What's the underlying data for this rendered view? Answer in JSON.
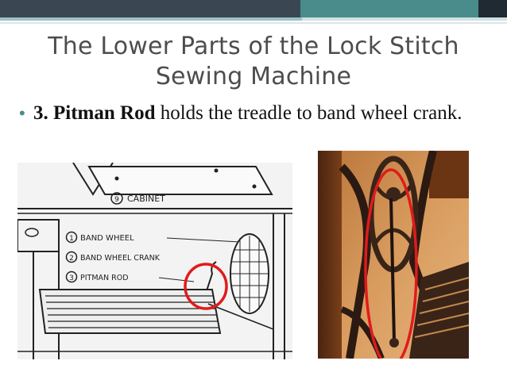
{
  "slide": {
    "title_line1": "The Lower Parts of the Lock Stitch",
    "title_line2": "Sewing Machine",
    "bullet_number_term": "3. Pitman Rod",
    "bullet_text_rest": " holds the treadle to band wheel crank."
  },
  "diagram": {
    "label_cabinet": "CABINET",
    "label_cabinet_num": "9",
    "label_band_wheel": "BAND WHEEL",
    "label_band_wheel_num": "1",
    "label_band_wheel_crank": "BAND WHEEL CRANK",
    "label_band_wheel_crank_num": "2",
    "label_pitman_rod": "PITMAN ROD",
    "label_pitman_rod_num": "3"
  },
  "colors": {
    "highlight_circle": "#e11b1b",
    "accent_teal": "#4a8c8c"
  }
}
